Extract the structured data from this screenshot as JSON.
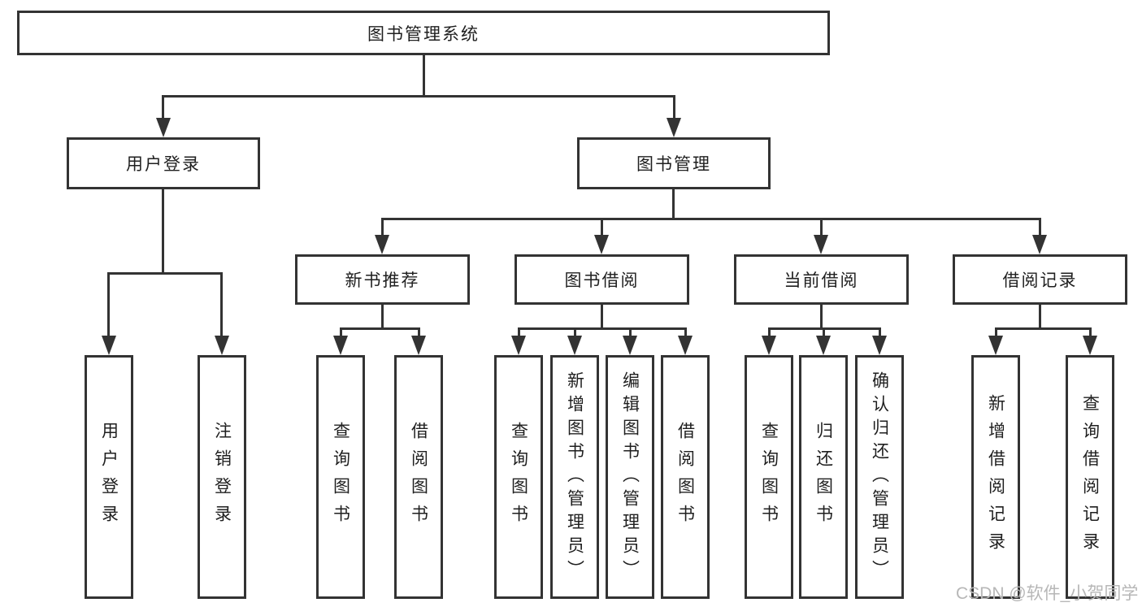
{
  "diagram": {
    "title": "图书管理系统",
    "branches": [
      {
        "label": "用户登录",
        "leaves": [
          "用户登录",
          "注销登录"
        ]
      },
      {
        "label": "图书管理",
        "sections": [
          {
            "label": "新书推荐",
            "leaves": [
              "查询图书",
              "借阅图书"
            ]
          },
          {
            "label": "图书借阅",
            "leaves": [
              "查询图书",
              "新增图书（管理员）",
              "编辑图书（管理员）",
              "借阅图书"
            ]
          },
          {
            "label": "当前借阅",
            "leaves": [
              "查询图书",
              "归还图书",
              "确认归还（管理员）"
            ]
          },
          {
            "label": "借阅记录",
            "leaves": [
              "新增借阅记录",
              "查询借阅记录"
            ]
          }
        ]
      }
    ]
  },
  "watermark": "CSDN @软件_小贺同学",
  "colors": {
    "line": "#333333",
    "text": "#1f1f1f",
    "watermark": "#b7b7b7",
    "background": "#ffffff"
  }
}
